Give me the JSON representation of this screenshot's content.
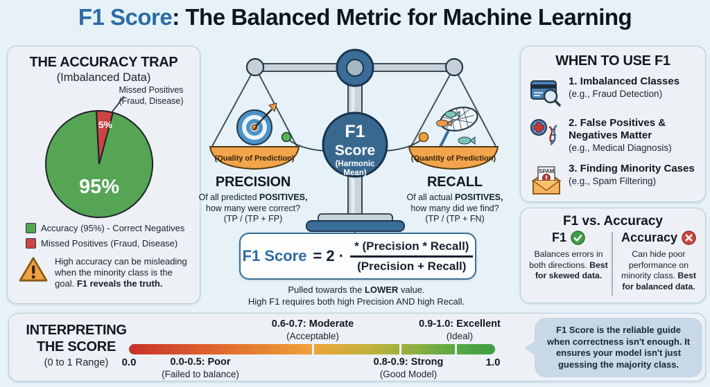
{
  "title": {
    "highlight": "F1 Score",
    "rest": ": The Balanced Metric for Machine Learning"
  },
  "accuracy_trap": {
    "heading": "THE ACCURACY TRAP",
    "subheading": "(Imbalanced Data)",
    "callout_line1": "Missed Positives",
    "callout_line2": "(Fraud, Disease)",
    "slice_small_label": "5%",
    "slice_large_label": "95%",
    "legend": [
      {
        "color": "#55a555",
        "label": "Accuracy (95%) - Correct Negatives"
      },
      {
        "color": "#cc4444",
        "label": "Missed Positives (Fraud, Disease)"
      }
    ],
    "warning_text": "High accuracy can be misleading when the minority class is the goal.",
    "warning_bold": "F1 reveals the truth."
  },
  "chart_data": {
    "type": "pie",
    "title": "THE ACCURACY TRAP (Imbalanced Data)",
    "labels": [
      "Accuracy (95%) - Correct Negatives",
      "Missed Positives (Fraud, Disease)"
    ],
    "values": [
      95,
      5
    ],
    "colors": [
      "#55a555",
      "#cc4444"
    ]
  },
  "scale": {
    "center_line1": "F1",
    "center_line2": "Score",
    "center_line3": "(Harmonic",
    "center_line4": "Mean)",
    "left_pan_label": "(Quality of Prediction)",
    "right_pan_label": "(Quantity of Prediction)"
  },
  "precision": {
    "heading": "PRECISION",
    "line1_pre": "Of all predicted ",
    "line1_bold": "POSITIVES,",
    "line2": "how many were correct?",
    "line3": "(TP / (TP + FP)"
  },
  "recall": {
    "heading": "RECALL",
    "line1_pre": "Of all actual ",
    "line1_bold": "POSITIVES,",
    "line2": "how many did we find?",
    "line3": "(TP / (TP + FN)"
  },
  "formula": {
    "lhs": "F1 Score",
    "equals": "= 2 ·",
    "numerator": "* (Precision * Recall)",
    "denominator": "(Precision + Recall)",
    "note1_pre": "Pulled towards the ",
    "note1_bold": "LOWER",
    "note1_post": " value.",
    "note2": "High F1 requires both high Precision AND high Recall."
  },
  "when_to_use": {
    "heading": "WHEN TO USE F1",
    "items": [
      {
        "icon": "fraud-card-icon",
        "title": "1. Imbalanced Classes",
        "example": "(e.g., Fraud Detection)"
      },
      {
        "icon": "medical-dna-icon",
        "title": "2. False Positives & Negatives Matter",
        "example": "(e.g., Medical Diagnosis)"
      },
      {
        "icon": "spam-envelope-icon",
        "title": "3. Finding Minority Cases",
        "example": "(e.g., Spam Filtering)"
      }
    ]
  },
  "f1_vs_accuracy": {
    "heading": "F1 vs. Accuracy",
    "f1_label": "F1",
    "f1_text": "Balances errors in both directions. ",
    "f1_bold": "Best for skewed data.",
    "accuracy_label": "Accuracy",
    "accuracy_text": "Can hide poor performance on minority class. ",
    "accuracy_bold": "Best for balanced data."
  },
  "interpreting": {
    "heading_line1": "INTERPRETING",
    "heading_line2": "THE SCORE",
    "subheading": "(0 to 1 Range)",
    "min_label": "0.0",
    "max_label": "1.0",
    "range_poor": "0.0-0.5: Poor",
    "range_poor_sub": "(Failed to balance)",
    "range_moderate": "0.6-0.7: Moderate",
    "range_moderate_sub": "(Acceptable)",
    "range_strong": "0.8-0.9: Strong",
    "range_strong_sub": "(Good Model)",
    "range_excellent": "0.9-1.0: Excellent",
    "range_excellent_sub": "(Ideal)",
    "gradient_colors": [
      "#c93129",
      "#e06a2e",
      "#efa238",
      "#c4b13b",
      "#8fae3f",
      "#55a744",
      "#3f9e43"
    ]
  },
  "callout_bubble": {
    "text": "F1 Score is the reliable guide when correctness isn't enough. It ensures your model isn't just guessing the majority class."
  },
  "spam_stamp": "SPAM"
}
